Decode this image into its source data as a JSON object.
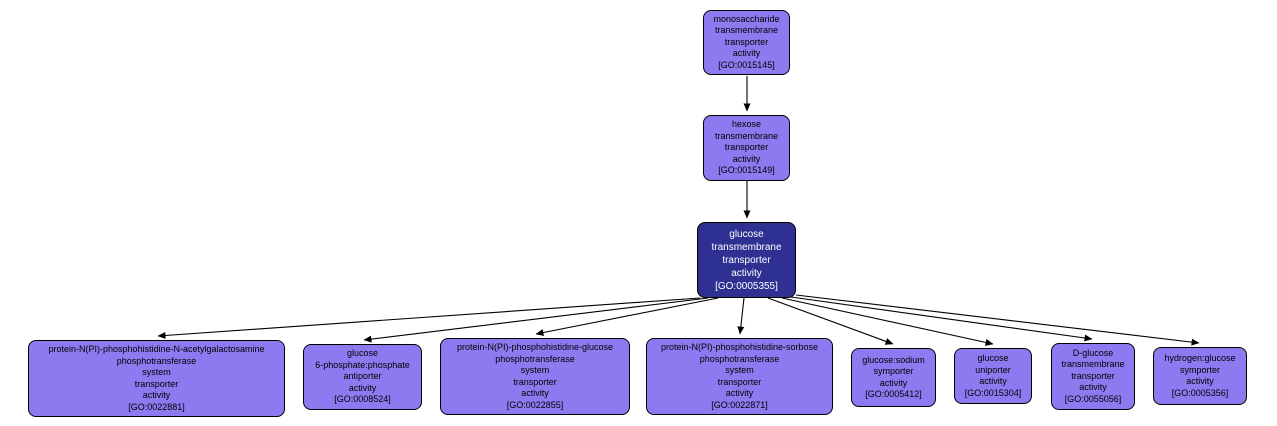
{
  "diagram": {
    "type": "gene-ontology-term-graph",
    "background": "#ffffff",
    "colors": {
      "node_fill": "#8c7bf0",
      "node_border": "#000000",
      "node_text": "#000000",
      "selected_node_fill": "#2e3192",
      "selected_node_text": "#ffffff",
      "edge": "#000000"
    }
  },
  "graph": {
    "nodes": [
      {
        "id": "GO:0015145",
        "label": "monosaccharide\ntransmembrane\ntransporter\nactivity\n[GO:0015145]",
        "selected": false
      },
      {
        "id": "GO:0015149",
        "label": "hexose\ntransmembrane\ntransporter\nactivity\n[GO:0015149]",
        "selected": false
      },
      {
        "id": "GO:0005355",
        "label": "glucose\ntransmembrane\ntransporter\nactivity\n[GO:0005355]",
        "selected": true
      },
      {
        "id": "GO:0022881",
        "label": "protein-N(PI)-phosphohistidine-N-acetylgalactosamine\nphosphotransferase\nsystem\ntransporter\nactivity\n[GO:0022881]",
        "selected": false
      },
      {
        "id": "GO:0008524",
        "label": "glucose\n6-phosphate:phosphate\nantiporter\nactivity\n[GO:0008524]",
        "selected": false
      },
      {
        "id": "GO:0022855",
        "label": "protein-N(PI)-phosphohistidine-glucose\nphosphotransferase\nsystem\ntransporter\nactivity\n[GO:0022855]",
        "selected": false
      },
      {
        "id": "GO:0022871",
        "label": "protein-N(PI)-phosphohistidine-sorbose\nphosphotransferase\nsystem\ntransporter\nactivity\n[GO:0022871]",
        "selected": false
      },
      {
        "id": "GO:0005412",
        "label": "glucose:sodium\nsymporter\nactivity\n[GO:0005412]",
        "selected": false
      },
      {
        "id": "GO:0015304",
        "label": "glucose\nuniporter\nactivity\n[GO:0015304]",
        "selected": false
      },
      {
        "id": "GO:0055056",
        "label": "D-glucose\ntransmembrane\ntransporter\nactivity\n[GO:0055056]",
        "selected": false
      },
      {
        "id": "GO:0005356",
        "label": "hydrogen:glucose\nsymporter\nactivity\n[GO:0005356]",
        "selected": false
      }
    ],
    "edges": [
      {
        "from": "GO:0015145",
        "to": "GO:0015149"
      },
      {
        "from": "GO:0015149",
        "to": "GO:0005355"
      },
      {
        "from": "GO:0005355",
        "to": "GO:0022881"
      },
      {
        "from": "GO:0005355",
        "to": "GO:0008524"
      },
      {
        "from": "GO:0005355",
        "to": "GO:0022855"
      },
      {
        "from": "GO:0005355",
        "to": "GO:0022871"
      },
      {
        "from": "GO:0005355",
        "to": "GO:0005412"
      },
      {
        "from": "GO:0005355",
        "to": "GO:0015304"
      },
      {
        "from": "GO:0005355",
        "to": "GO:0055056"
      },
      {
        "from": "GO:0005355",
        "to": "GO:0005356"
      }
    ]
  }
}
